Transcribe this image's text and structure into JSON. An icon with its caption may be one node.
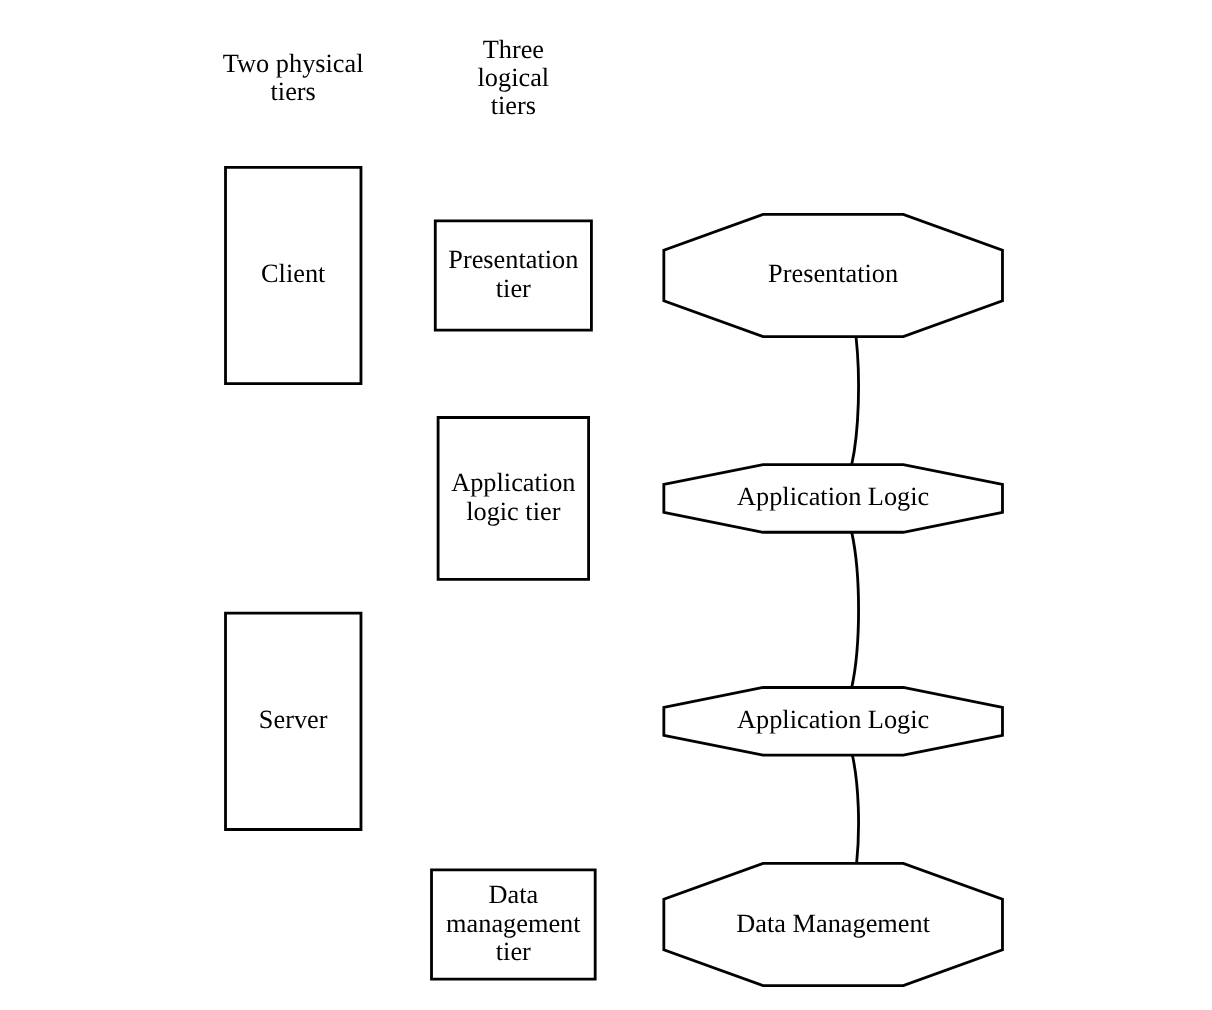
{
  "diagram": {
    "nodes": [
      {
        "text": [
          "Two physical tiers"
        ]
      },
      {
        "text": [
          "Three logical tiers"
        ]
      },
      {
        "text": [
          "Client"
        ]
      },
      {
        "text": [
          "Presentation"
        ]
      },
      {
        "text": [
          "Presentation tier"
        ]
      },
      {
        "text": [
          "Application Logic"
        ]
      },
      {
        "text": [
          "Application logic tier"
        ]
      },
      {
        "text": [
          "Application Logic"
        ]
      },
      {
        "text": [
          "Server"
        ]
      },
      {
        "text": [
          "Data Management"
        ]
      },
      {
        "text": [
          "Data management tier"
        ]
      }
    ],
    "edges": [
      {
        "from": 3,
        "to": 5,
        "arrow": "none"
      },
      {
        "from": 5,
        "to": 7,
        "arrow": "none"
      },
      {
        "from": 7,
        "to": 9,
        "arrow": "none"
      }
    ]
  }
}
